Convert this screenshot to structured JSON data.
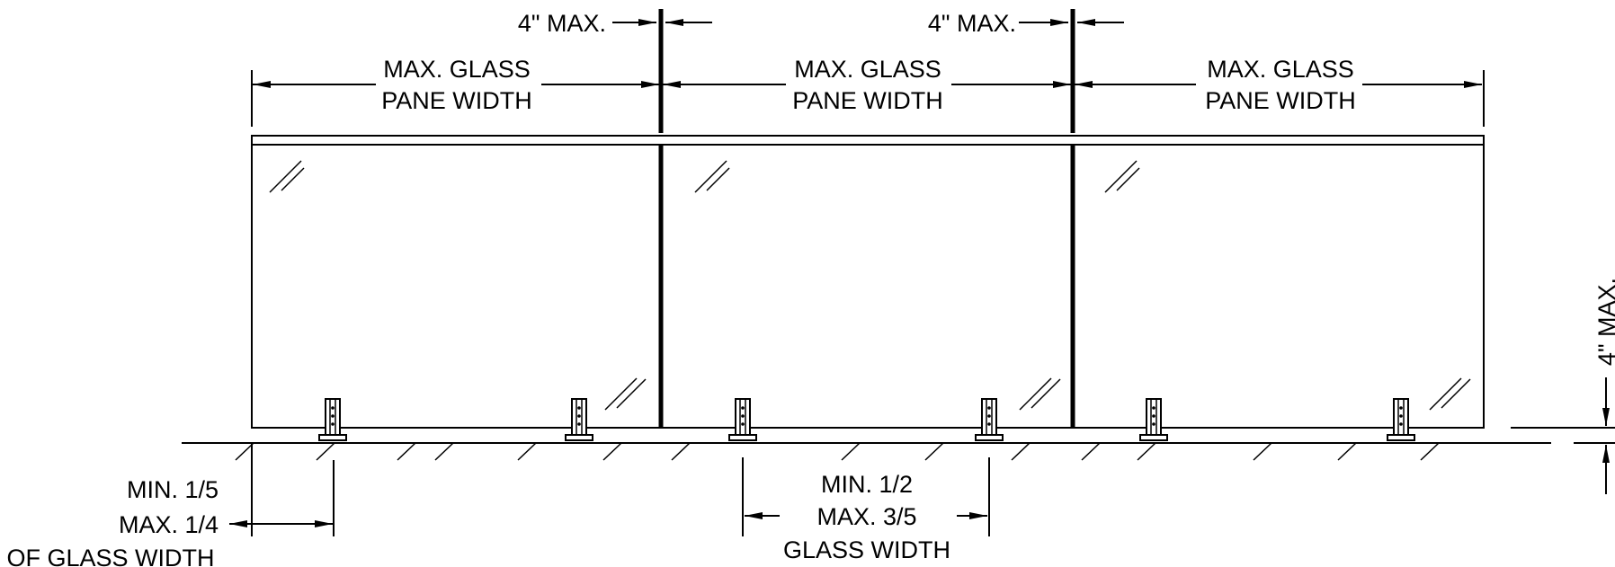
{
  "dimensions": {
    "gap_label": "4\" MAX.",
    "pane_width_label": [
      "MAX. GLASS",
      "PANE WIDTH"
    ],
    "bottom_gap_label": "4\" MAX.",
    "end_offset_label": [
      "MIN. 1/5",
      "MAX. 1/4",
      "OF GLASS WIDTH"
    ],
    "spacing_label": [
      "MIN. 1/2",
      "MAX. 3/5",
      "GLASS WIDTH"
    ]
  }
}
